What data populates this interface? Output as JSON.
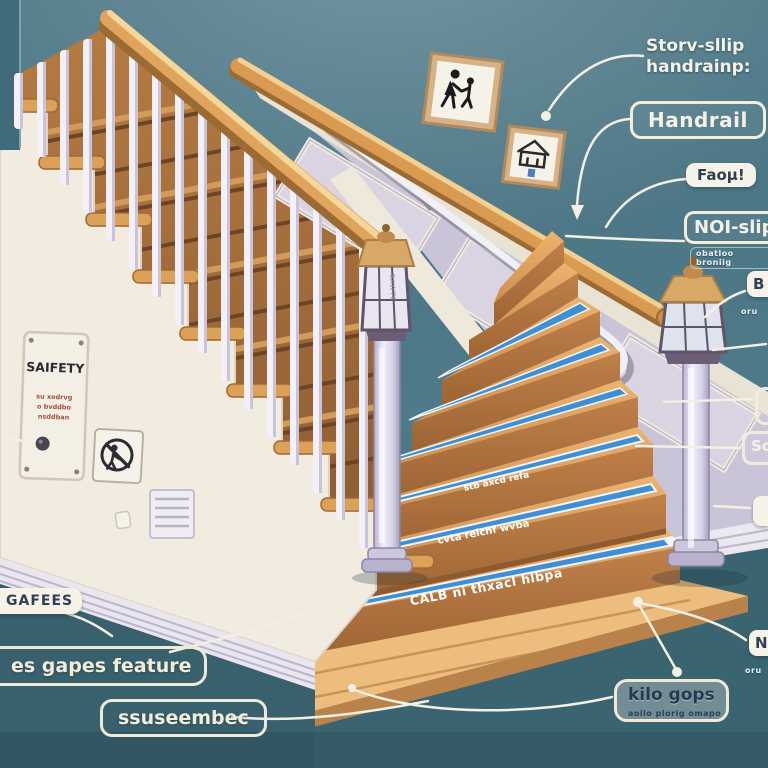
{
  "scene": {
    "kind": "staircase-safety-illustration"
  },
  "callouts": {
    "top_note": {
      "line1": "Storv-sllip",
      "line2": "handrainp:"
    },
    "handrail": "Handrail",
    "faq": "Faoµ!",
    "no_slip": {
      "label": "NOI-slip",
      "sub": "obatloo broniig"
    },
    "edge_b": {
      "label": "B",
      "sub": "oru"
    },
    "edge_sc": "Sc",
    "edge_n": {
      "label": "N",
      "sub": "oru"
    },
    "kilo": {
      "label": "kilo gops",
      "sub": "aoilo plorig omapo"
    },
    "gafees": "GAFEES",
    "gapes": "es gapes feature",
    "suse": "ssuseembec"
  },
  "safety_sign": {
    "title": "SAIFETY",
    "line1": "su xedrvg",
    "line2": "o bvddbo",
    "line3": "nsddban"
  },
  "stair_strips": [
    "CALB ni thxacl hlbpa",
    "cvta relchf wvba",
    "stb axcd refa"
  ],
  "lantern_text": "SAWTE",
  "colors": {
    "wall": "#4d7887",
    "wood": "#d99a52",
    "strip_blue": "#3f8fd2",
    "cream": "#f6f2e7",
    "floor": "#3a6470"
  }
}
